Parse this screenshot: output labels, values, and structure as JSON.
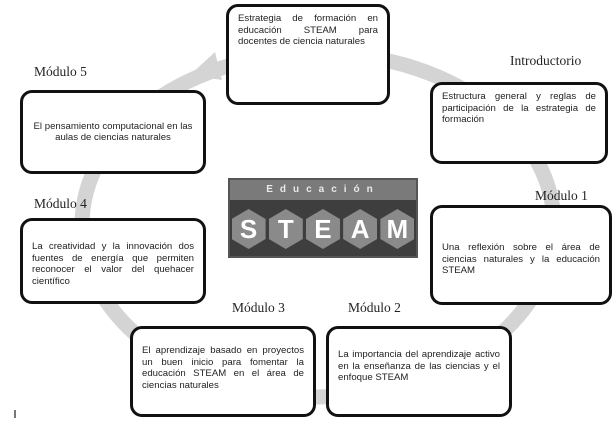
{
  "center_logo": {
    "top_text": "Educación",
    "letters": [
      "S",
      "T",
      "E",
      "A",
      "M"
    ]
  },
  "top_box": {
    "text": "Estrategia de formación en educación STEAM para docentes de ciencia naturales"
  },
  "modules": [
    {
      "id": "introductorio",
      "label": "Introductorio",
      "text": "Estructura general y reglas de participación de la estrategia de formación"
    },
    {
      "id": "modulo-1",
      "label": "Módulo 1",
      "text": "Una reflexión sobre el área de ciencias naturales y la educación STEAM"
    },
    {
      "id": "modulo-2",
      "label": "Módulo 2",
      "text": "La importancia del aprendizaje activo en la enseñanza de las ciencias y el enfoque STEAM"
    },
    {
      "id": "modulo-3",
      "label": "Módulo 3",
      "text": "El aprendizaje basado en proyectos un buen inicio para fomentar la educación STEAM en el área de ciencias naturales"
    },
    {
      "id": "modulo-4",
      "label": "Módulo 4",
      "text": "La creatividad y la innovación dos fuentes de energía que permiten reconocer el valor del quehacer científico"
    },
    {
      "id": "modulo-5",
      "label": "Módulo 5",
      "text": "El pensamiento computacional en las aulas de ciencias naturales"
    }
  ],
  "colors": {
    "ring": "#d4d4d4",
    "box_border": "#111111",
    "logo_bg": "#3e3e3e"
  }
}
